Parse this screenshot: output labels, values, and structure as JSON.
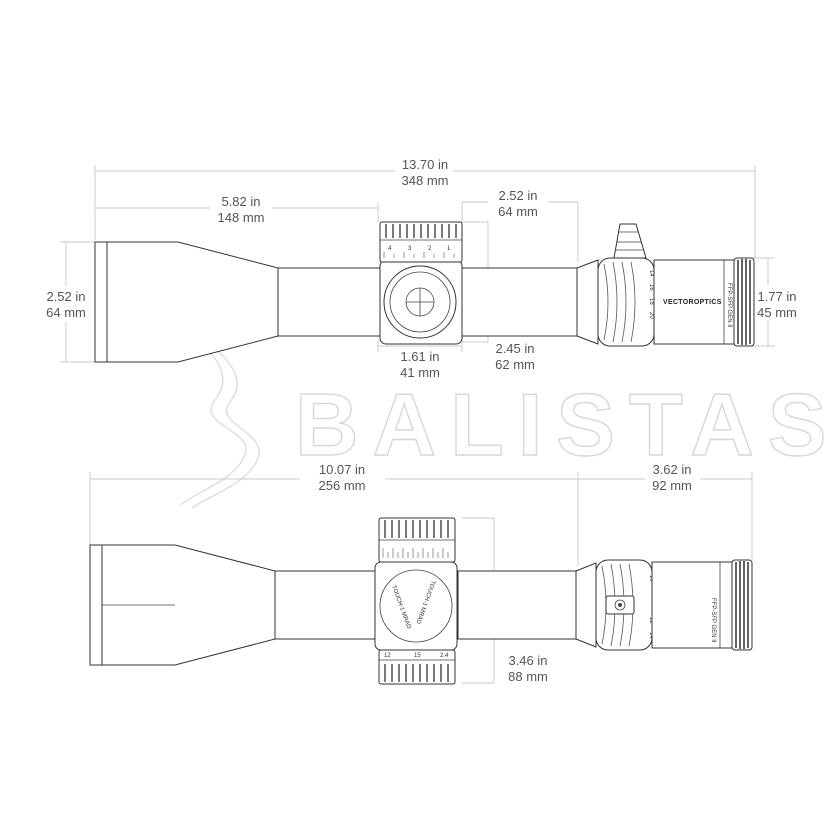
{
  "watermark": {
    "text": "BALISTAS"
  },
  "top_view": {
    "overall_length": {
      "in": "13.70 in",
      "mm": "348 mm"
    },
    "objective_section_length": {
      "in": "5.82 in",
      "mm": "148 mm"
    },
    "turret_to_eyepiece": {
      "in": "2.52 in",
      "mm": "64 mm"
    },
    "objective_diameter": {
      "in": "2.52 in",
      "mm": "64 mm"
    },
    "eyepiece_diameter": {
      "in": "1.77 in",
      "mm": "45 mm"
    },
    "turret_width": {
      "in": "1.61 in",
      "mm": "41 mm"
    },
    "eyepiece_offset": {
      "in": "2.45 in",
      "mm": "62 mm"
    },
    "elevation_turret_numbers": [
      "4",
      "3",
      "2",
      "1"
    ],
    "magnification_ring_numbers": [
      "14",
      "16",
      "18",
      "20"
    ],
    "brand_label": "VECTOROPTICS",
    "eyepiece_label": "FFP-SFP GEN II"
  },
  "bottom_view": {
    "length_to_eyepiece": {
      "in": "10.07 in",
      "mm": "256 mm"
    },
    "eyepiece_length": {
      "in": "3.62 in",
      "mm": "92 mm"
    },
    "turret_height": {
      "in": "3.46 in",
      "mm": "88 mm"
    },
    "saddle_labels": [
      "TOUCH-1 MRAD",
      "TOUCH-1 MRAD"
    ],
    "turret_numbers": [
      "12",
      "15",
      "2.4"
    ],
    "magnification_ring_numbers": [
      "10",
      "12",
      "14"
    ],
    "eyepiece_label": "FFP-SFP GEN II"
  }
}
